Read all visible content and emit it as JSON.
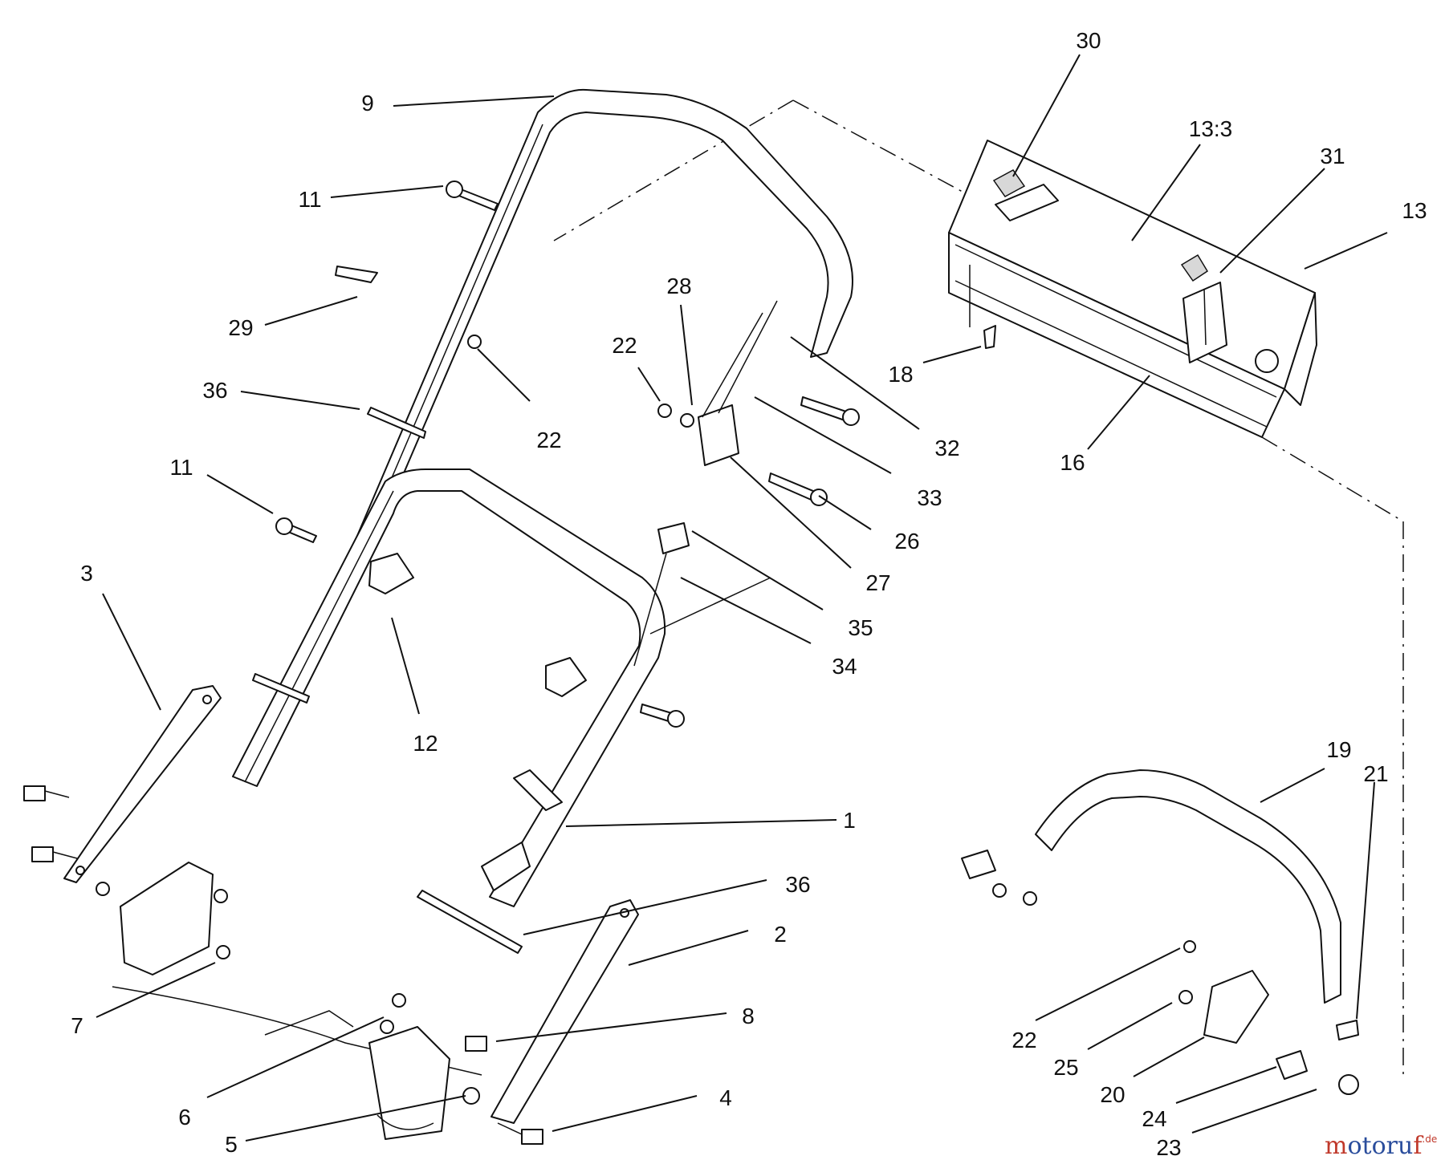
{
  "callouts": [
    {
      "id": "9",
      "label": "9"
    },
    {
      "id": "11a",
      "label": "11"
    },
    {
      "id": "29",
      "label": "29"
    },
    {
      "id": "22a",
      "label": "22"
    },
    {
      "id": "36a",
      "label": "36"
    },
    {
      "id": "11b",
      "label": "11"
    },
    {
      "id": "3",
      "label": "3"
    },
    {
      "id": "12",
      "label": "12"
    },
    {
      "id": "7",
      "label": "7"
    },
    {
      "id": "6",
      "label": "6"
    },
    {
      "id": "5",
      "label": "5"
    },
    {
      "id": "28",
      "label": "28"
    },
    {
      "id": "22b",
      "label": "22"
    },
    {
      "id": "32",
      "label": "32"
    },
    {
      "id": "33",
      "label": "33"
    },
    {
      "id": "26",
      "label": "26"
    },
    {
      "id": "27",
      "label": "27"
    },
    {
      "id": "35",
      "label": "35"
    },
    {
      "id": "34",
      "label": "34"
    },
    {
      "id": "1",
      "label": "1"
    },
    {
      "id": "36b",
      "label": "36"
    },
    {
      "id": "2",
      "label": "2"
    },
    {
      "id": "8",
      "label": "8"
    },
    {
      "id": "4",
      "label": "4"
    },
    {
      "id": "30",
      "label": "30"
    },
    {
      "id": "13_3",
      "label": "13:3"
    },
    {
      "id": "31",
      "label": "31"
    },
    {
      "id": "13",
      "label": "13"
    },
    {
      "id": "18",
      "label": "18"
    },
    {
      "id": "16",
      "label": "16"
    },
    {
      "id": "19",
      "label": "19"
    },
    {
      "id": "21",
      "label": "21"
    },
    {
      "id": "22c",
      "label": "22"
    },
    {
      "id": "25",
      "label": "25"
    },
    {
      "id": "20",
      "label": "20"
    },
    {
      "id": "24",
      "label": "24"
    },
    {
      "id": "23",
      "label": "23"
    }
  ],
  "watermark": {
    "main": "motoruf",
    "suffix": ".de",
    "colors": {
      "m": "#c0392b",
      "o1": "#2a4d9c",
      "t": "#2a4d9c",
      "o2": "#2a4d9c",
      "r": "#2a4d9c",
      "u": "#2a4d9c",
      "f": "#c0392b"
    }
  }
}
